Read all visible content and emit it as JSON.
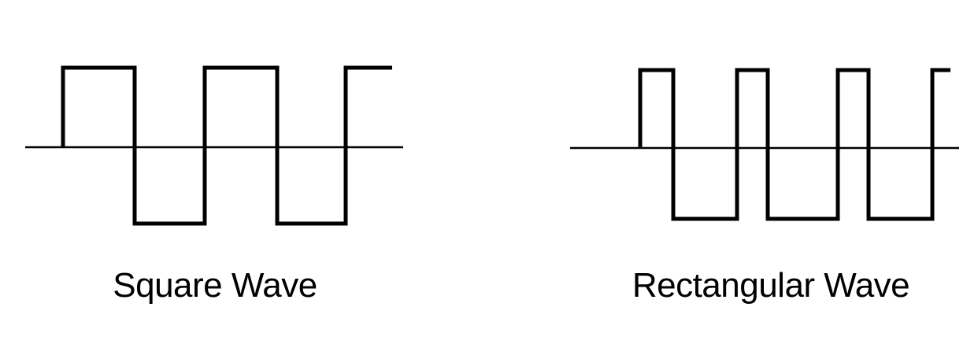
{
  "diagrams": [
    {
      "id": "square",
      "label": "Square Wave",
      "duty_cycle": 0.5
    },
    {
      "id": "rectangular",
      "label": "Rectangular Wave",
      "duty_cycle": 0.3
    }
  ],
  "colors": {
    "line": "#000000",
    "background": "#ffffff"
  }
}
